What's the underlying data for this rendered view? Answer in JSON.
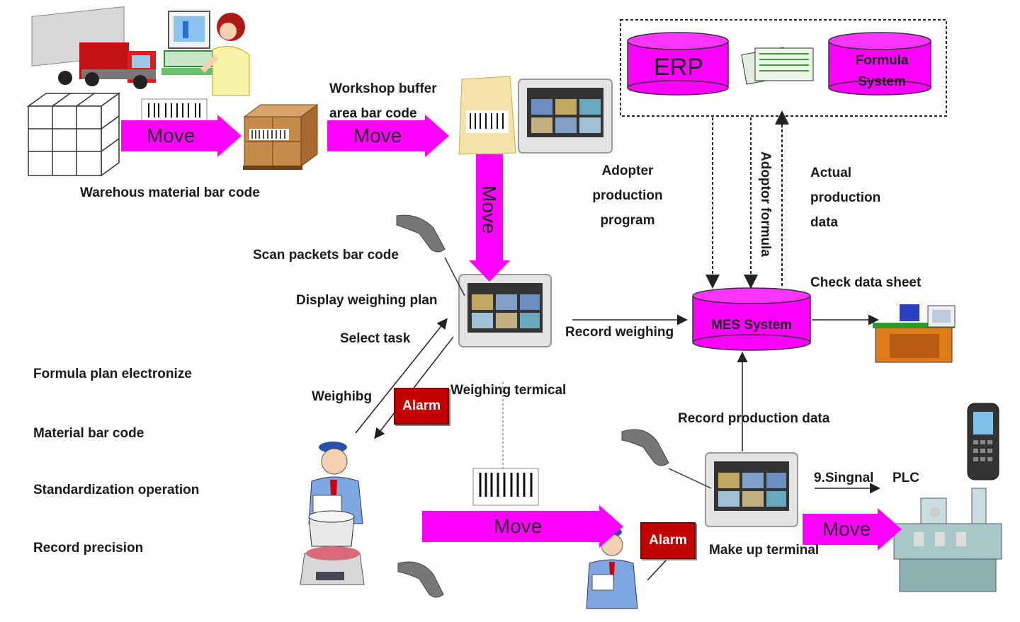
{
  "labels": {
    "warehouse": "Warehous material bar code",
    "workshop_line1": "Workshop buffer",
    "workshop_line2": "area bar code",
    "adopter_line1": "Adopter",
    "adopter_line2": "production",
    "adopter_line3": "program",
    "adoptor_formula": "Adoptor formula",
    "actual_line1": "Actual",
    "actual_line2": "production",
    "actual_line3": "data",
    "scan": "Scan packets bar code",
    "display": "Display weighing plan",
    "select": "Select task",
    "record_weighing": "Record weighing",
    "check": "Check data sheet",
    "formula_plan": "Formula plan electronize",
    "material_bar": "Material bar code",
    "standardization": "Standardization operation",
    "record_precision": "Record precision",
    "weighibg": "Weighibg",
    "weighing_terminal": "Weighing termical",
    "record_production": "Record production data",
    "signal": "9.Singnal",
    "plc": "PLC",
    "make_up": "Make up terminal"
  },
  "moves": {
    "m1": "Move",
    "m2": "Move",
    "m3": "Move",
    "m4": "Move",
    "m5": "Move"
  },
  "alarms": {
    "a1": "Alarm",
    "a2": "Alarm"
  },
  "systems": {
    "erp": "ERP",
    "formula_line1": "Formula",
    "formula_line2": "System",
    "mes": "MES System"
  },
  "colors": {
    "arrow": "#ff00ff",
    "alarm": "#c40000",
    "cylinder": "#ff00ff"
  }
}
